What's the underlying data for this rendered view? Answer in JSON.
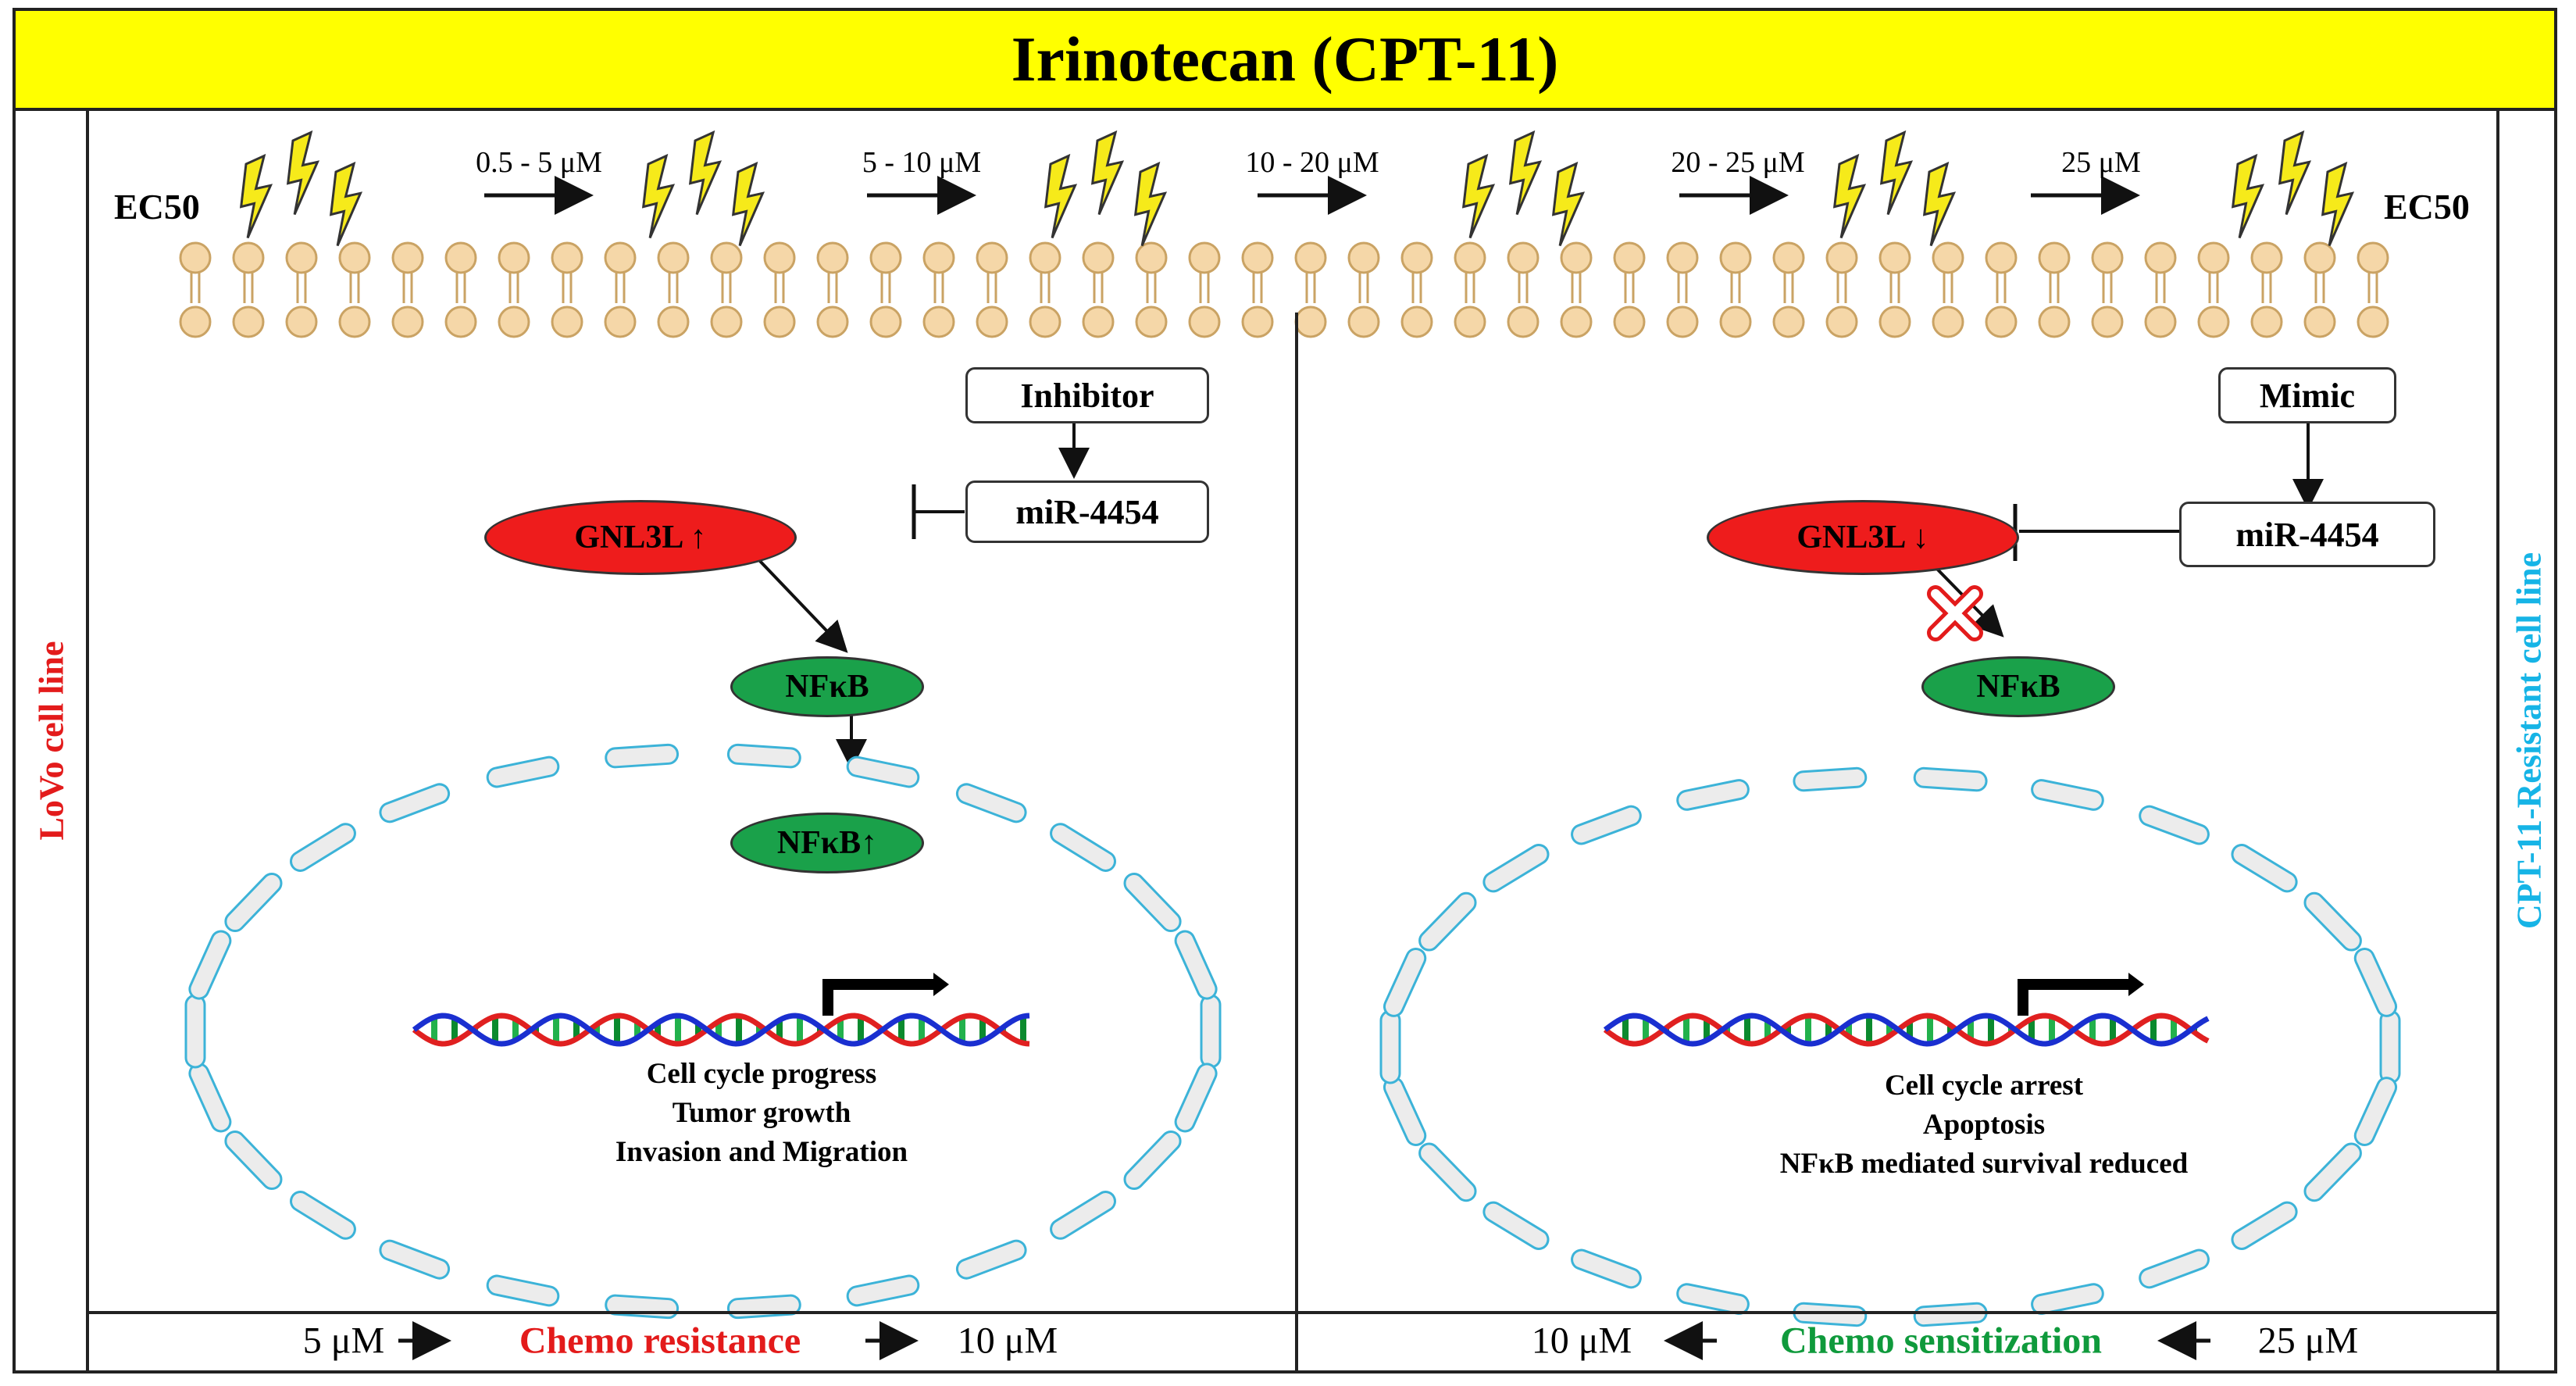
{
  "title": "Irinotecan (CPT-11)",
  "side_labels": {
    "left": "LoVo cell line",
    "right": "CPT-11-Resistant cell line"
  },
  "ec50": {
    "left": "EC50",
    "right": "EC50"
  },
  "concentrations": [
    "0.5 - 5 μM",
    "5 - 10 μM",
    "10 - 20 μM",
    "20 - 25 μM",
    "25 μM"
  ],
  "left_panel": {
    "box_label": "Inhibitor",
    "mirna": "miR-4454",
    "gene": "GNL3L ↑",
    "nfkb": "NFκB",
    "nfkb_nucleus": "NFκB↑",
    "outcomes": [
      "Cell cycle progress",
      "Tumor growth",
      "Invasion and Migration"
    ]
  },
  "right_panel": {
    "box_label": "Mimic",
    "mirna": "miR-4454",
    "gene": "GNL3L ↓",
    "nfkb": "NFκB",
    "outcomes": [
      "Cell cycle arrest",
      "Apoptosis",
      "NFκB mediated survival reduced"
    ]
  },
  "bottom": {
    "left_start": "5 μM",
    "left_label": "Chemo resistance",
    "left_end": "10 μM",
    "right_start": "10 μM",
    "right_label": "Chemo sensitization",
    "right_end": "25 μM"
  },
  "colors": {
    "title_bg": "#ffff00",
    "left_label": "#e31b1b",
    "right_label": "#16b4e6",
    "resistance": "#e31b1b",
    "sensitization": "#0f9a3c",
    "nucleus": "#3cb3d8",
    "lipid": "#f5d7a8",
    "lightning": "#f6ea1a"
  }
}
